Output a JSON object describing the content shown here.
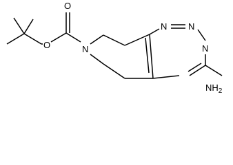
{
  "molecule": {
    "atoms": {
      "carbonyl_oxygen": "O",
      "ester_oxygen": "O",
      "ring_nitrogen": "N",
      "triazine_n1": "N",
      "triazine_n2": "N",
      "triazine_n4": "N",
      "amino_group": "NH2"
    }
  },
  "colors": {
    "bond": "#000000",
    "label": "#000000",
    "background": "#ffffff"
  }
}
